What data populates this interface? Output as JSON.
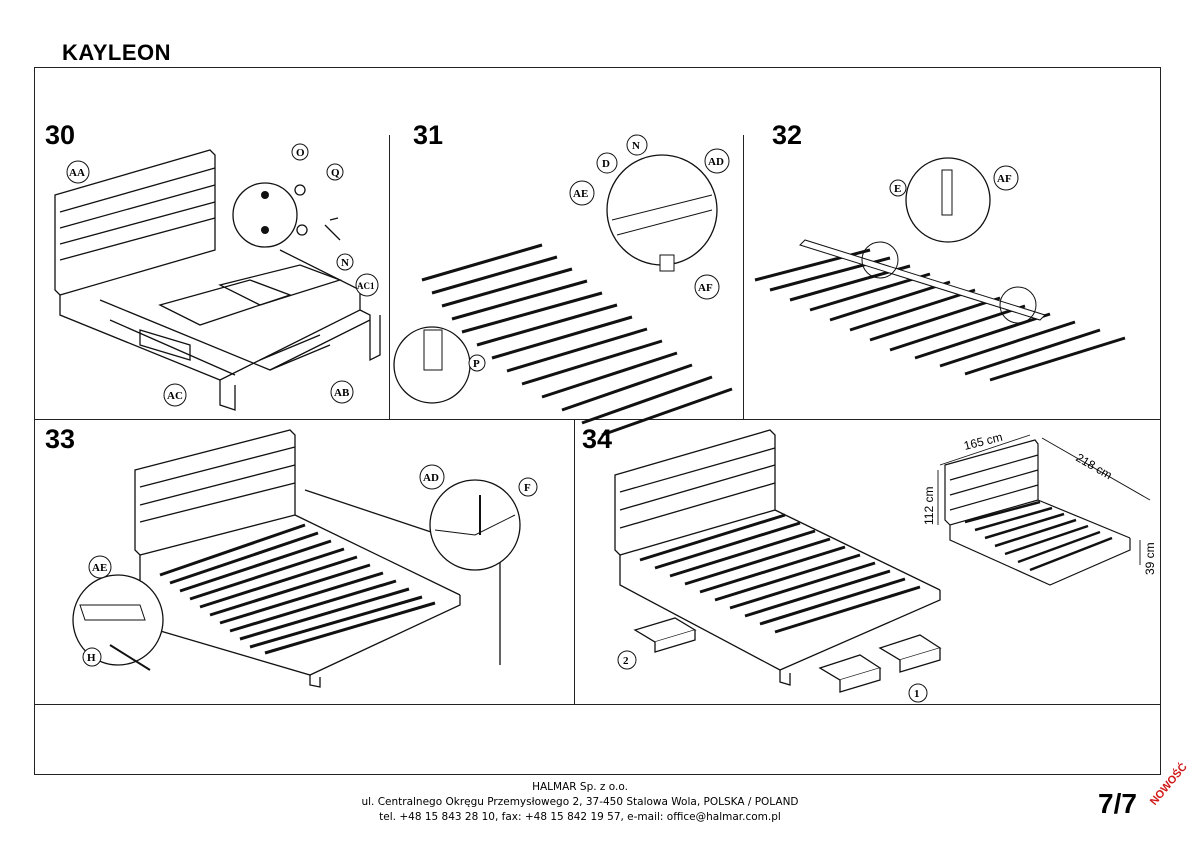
{
  "header": {
    "title": "KAYLEON"
  },
  "steps": [
    {
      "number": "30",
      "labels": [
        "AA",
        "O",
        "Q",
        "N",
        "AC1",
        "AC",
        "AB"
      ]
    },
    {
      "number": "31",
      "labels": [
        "N",
        "D",
        "AD",
        "AE",
        "AF",
        "P"
      ]
    },
    {
      "number": "32",
      "labels": [
        "E",
        "AF"
      ]
    },
    {
      "number": "33",
      "labels": [
        "AD",
        "F",
        "AE",
        "H"
      ]
    },
    {
      "number": "34",
      "labels": [
        "2",
        "1"
      ],
      "dimensions": {
        "width": "165 cm",
        "length": "218 cm",
        "height": "112 cm",
        "base": "39 cm"
      }
    }
  ],
  "footer": {
    "company": "HALMAR Sp. z o.o.",
    "address": "ul. Centralnego Okręgu Przemysłowego 2, 37-450 Stalowa Wola, POLSKA / POLAND",
    "contact": "tel. +48 15 843 28 10, fax: +48 15 842 19 57, e-mail: office@halmar.com.pl"
  },
  "page": "7/7",
  "stamp": "NOWOŚĆ"
}
